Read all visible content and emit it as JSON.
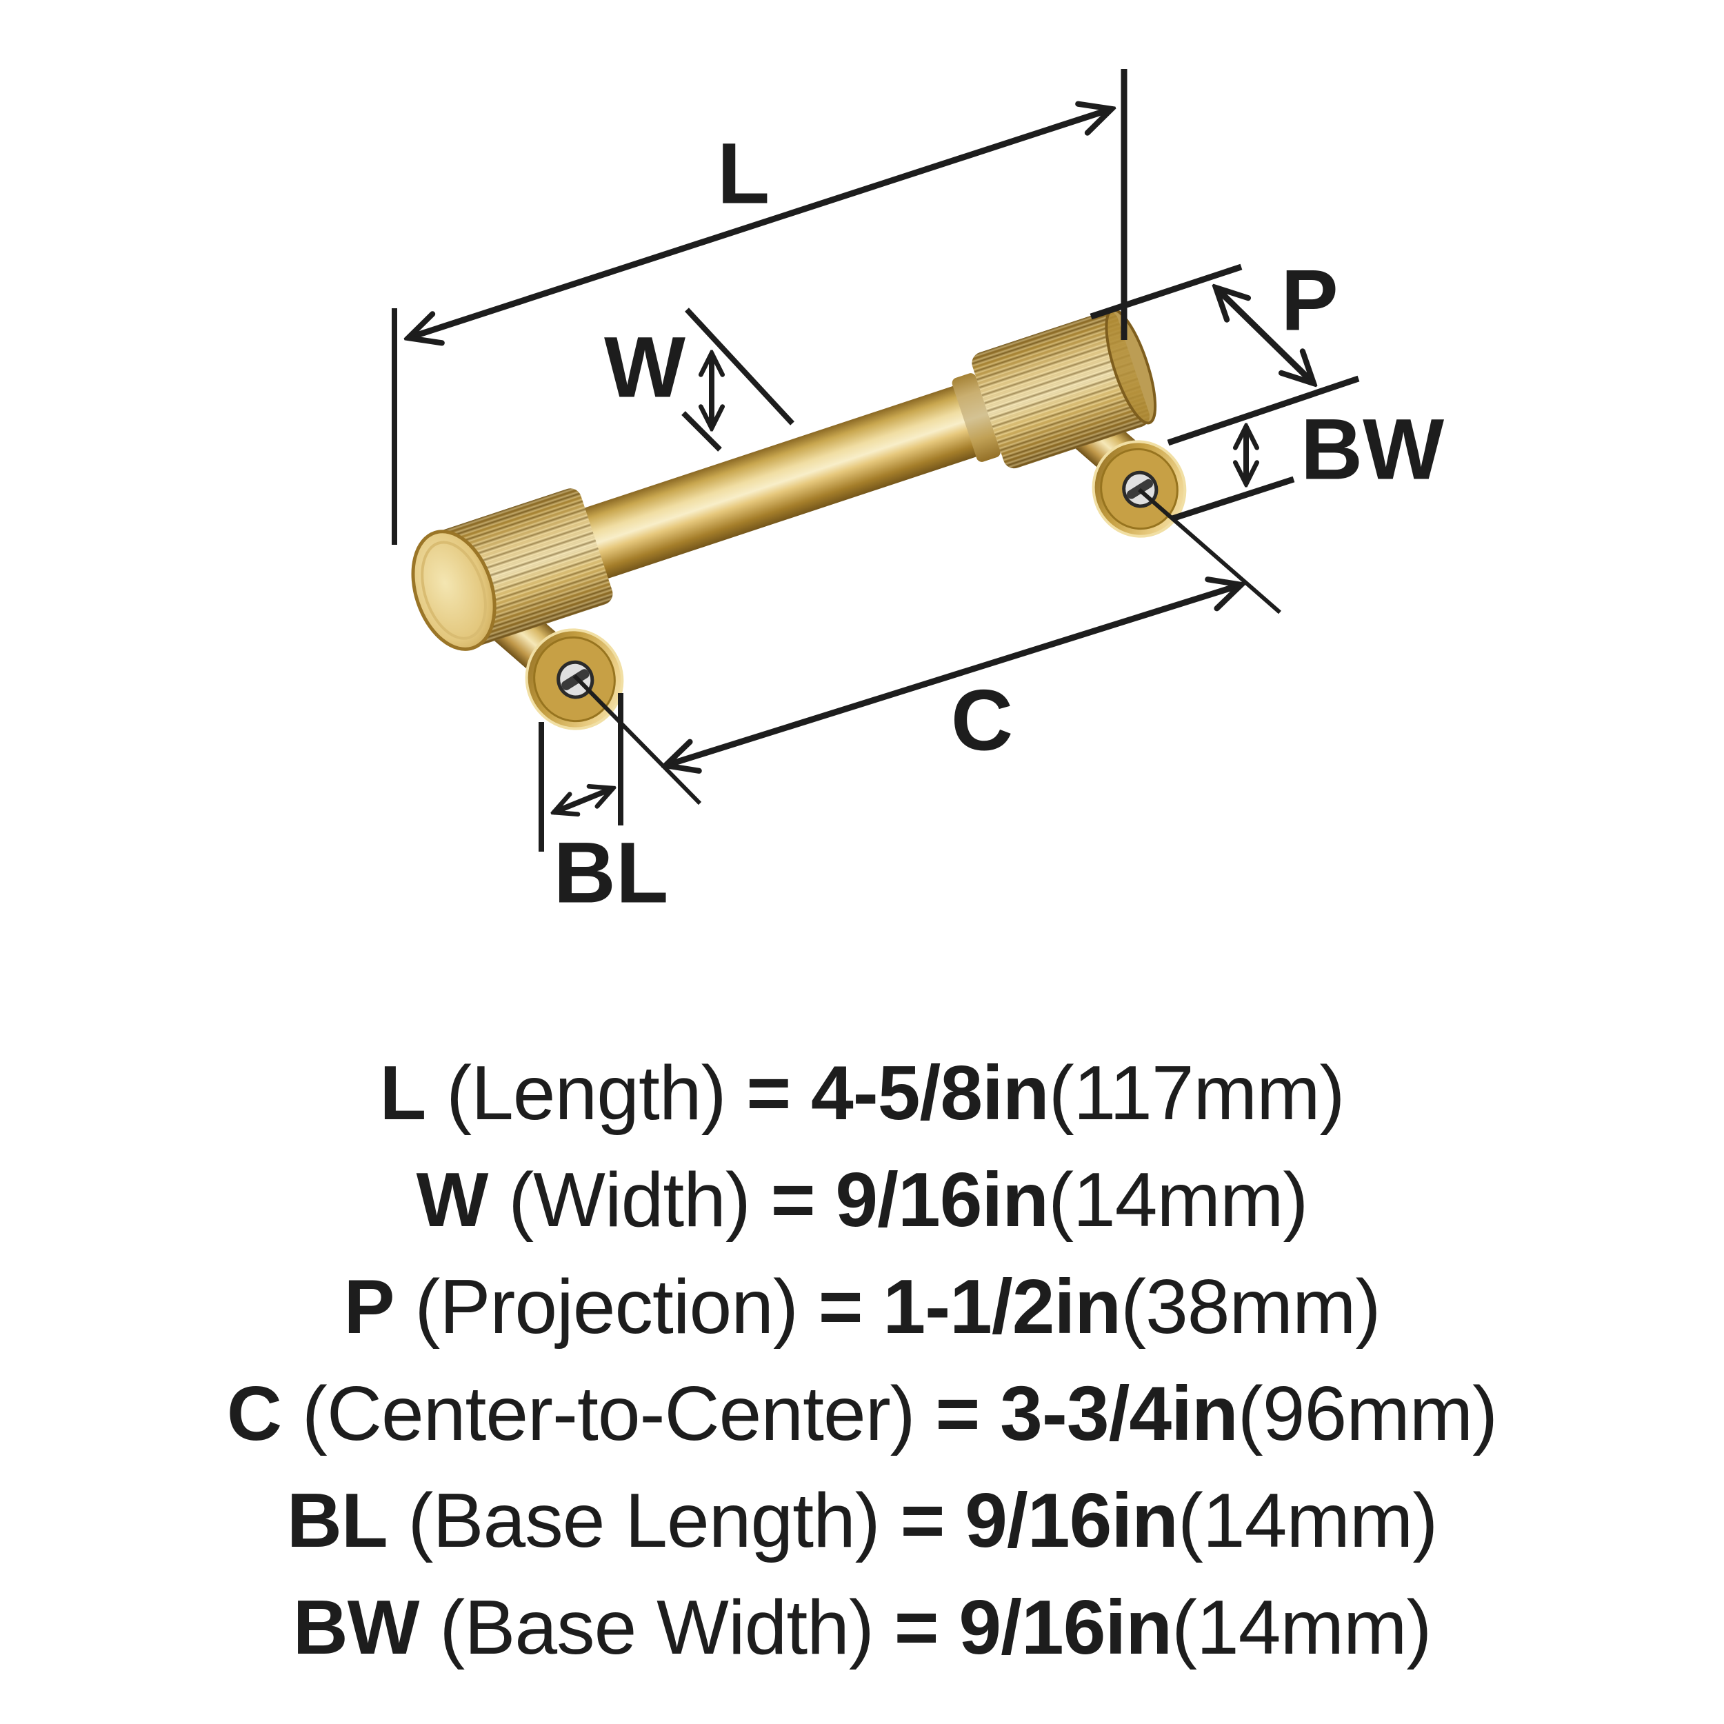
{
  "diagram": {
    "labels": {
      "L": "L",
      "W": "W",
      "P": "P",
      "BW": "BW",
      "C": "C",
      "BL": "BL"
    }
  },
  "specs": [
    {
      "symbol": "L",
      "name": " (Length) ",
      "eq": "=",
      "value": " 4-5/8in",
      "metric": "(117mm)"
    },
    {
      "symbol": "W",
      "name": " (Width) ",
      "eq": "=",
      "value": " 9/16in",
      "metric": "(14mm)"
    },
    {
      "symbol": "P",
      "name": " (Projection) ",
      "eq": "=",
      "value": " 1-1/2in",
      "metric": "(38mm)"
    },
    {
      "symbol": "C",
      "name": " (Center-to-Center) ",
      "eq": "=",
      "value": " 3-3/4in",
      "metric": "(96mm)"
    },
    {
      "symbol": "BL",
      "name": " (Base Length) ",
      "eq": "=",
      "value": " 9/16in",
      "metric": "(14mm)"
    },
    {
      "symbol": "BW",
      "name": " (Base Width) ",
      "eq": "=",
      "value": " 9/16in",
      "metric": "(14mm)"
    }
  ],
  "colors": {
    "ink": "#1d1d1d",
    "brass_light": "#f7ecc4",
    "brass_mid": "#d9b45e",
    "brass_dark": "#8a6623",
    "brass_deep": "#6f521a",
    "screw_silver": "#e0e0e0",
    "background": "#ffffff"
  }
}
